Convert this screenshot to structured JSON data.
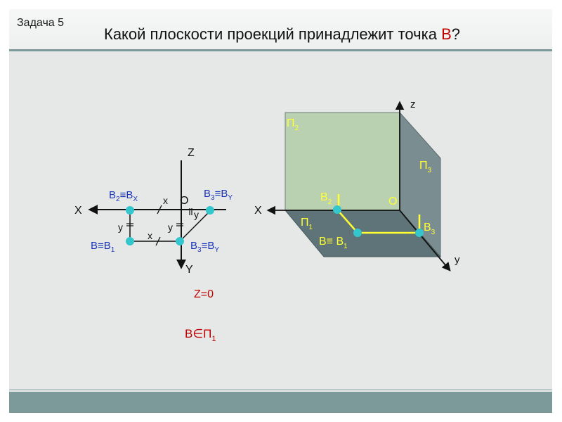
{
  "task_label": "Задача 5",
  "title": {
    "text": "Какой плоскости проекций принадлежит точка ",
    "point": "B",
    "suffix": "?"
  },
  "epure": {
    "axis_x": "X",
    "axis_z": "Z",
    "axis_y": "Y",
    "origin": "O",
    "label_x_upper": "x",
    "label_x_lower": "x",
    "label_y_right": "y",
    "label_y_left": "y",
    "label_y_mid": "y",
    "b2_main": "B",
    "b2_sub": "2",
    "b2_eq": "≡B",
    "b2_eq_sub": "X",
    "b3_main": "B",
    "b3_sub": "3",
    "b3_eq": "≡B",
    "b3_eq_sub": "Y",
    "b_main": "B≡B",
    "b_sub": "1",
    "b3y_main": "B",
    "b3y_sub": "3",
    "b3y_eq": "≡B",
    "b3y_eq_sub": "Y"
  },
  "z_zero": "Z=0",
  "answer": {
    "main": "B∈П",
    "sub": "1"
  },
  "box": {
    "axis_z": "z",
    "axis_x": "X",
    "axis_y": "y",
    "origin": "O",
    "p2_main": "П",
    "p2_sub": "2",
    "p3_main": "П",
    "p3_sub": "3",
    "p1_main": "П",
    "p1_sub": "1",
    "b2_main": "B",
    "b2_sub": "2",
    "b3_main": "B",
    "b3_sub": "3",
    "b1_main": "B≡ B",
    "b1_sub": "1"
  },
  "colors": {
    "point": "#33c6cc",
    "yellow_label": "#ffff33",
    "red_text": "#c00000",
    "plane_front": "#b9d1b0",
    "plane_side": "#7a8e91",
    "plane_floor": "#5f7478"
  }
}
